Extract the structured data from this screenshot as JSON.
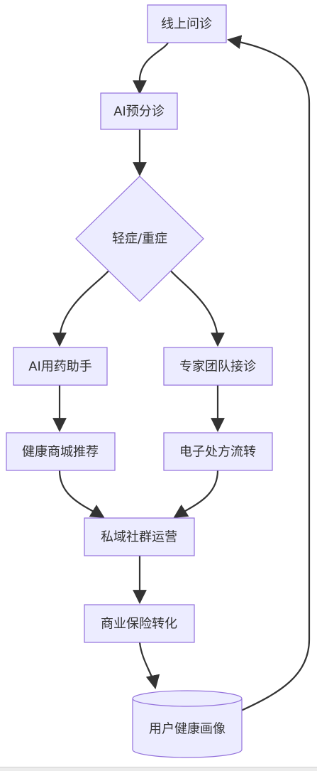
{
  "colors": {
    "node_fill": "#ECECFF",
    "node_stroke": "#9370DB",
    "edge": "#333333",
    "text": "#333333"
  },
  "nodes": {
    "online_consult": "线上问诊",
    "ai_prediagnosis": "AI预分诊",
    "severity_decision": "轻症/重症",
    "ai_medication_assistant": "AI用药助手",
    "expert_team_consult": "专家团队接诊",
    "health_mall_recommend": "健康商城推荐",
    "e_prescription_flow": "电子处方流转",
    "private_community_ops": "私域社群运营",
    "commercial_insurance_conversion": "商业保险转化",
    "user_health_profile": "用户健康画像"
  }
}
